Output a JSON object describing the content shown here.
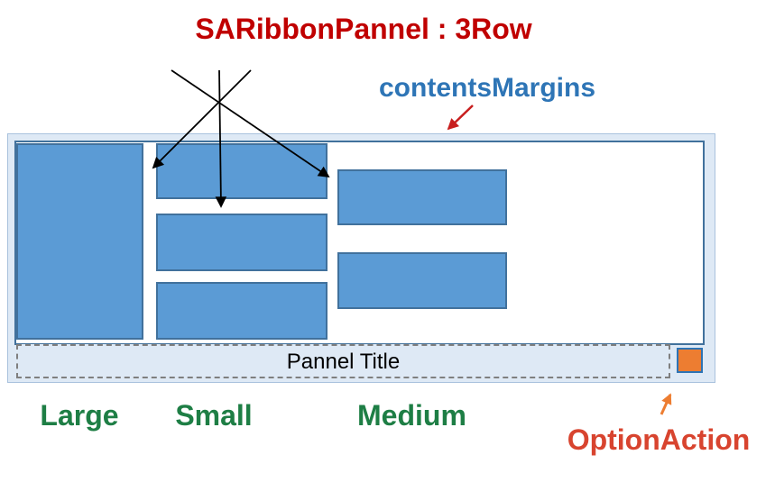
{
  "title": "SARibbonPannel : 3Row",
  "panel": {
    "pannel_title": "Pannel Title"
  },
  "labels": {
    "contents_margins": "contentsMargins",
    "large": "Large",
    "small": "Small",
    "medium": "Medium",
    "option_action": "OptionAction"
  },
  "colors": {
    "title_red": "#C00000",
    "contents_margins_blue": "#2E75B6",
    "contents_margins_arrow_red": "#C81E1E",
    "button_fill_blue": "#5B9BD5",
    "button_border_blue": "#41719C",
    "margin_area_fill": "#DEE9F5",
    "content_border_blue": "#41719C",
    "pannel_title_dash_gray": "#7F7F7F",
    "size_label_green": "#1E7E45",
    "option_action_text_red": "#D8442F",
    "option_action_fill_orange": "#ED7D31",
    "pointer_arrow_black": "#000000"
  }
}
